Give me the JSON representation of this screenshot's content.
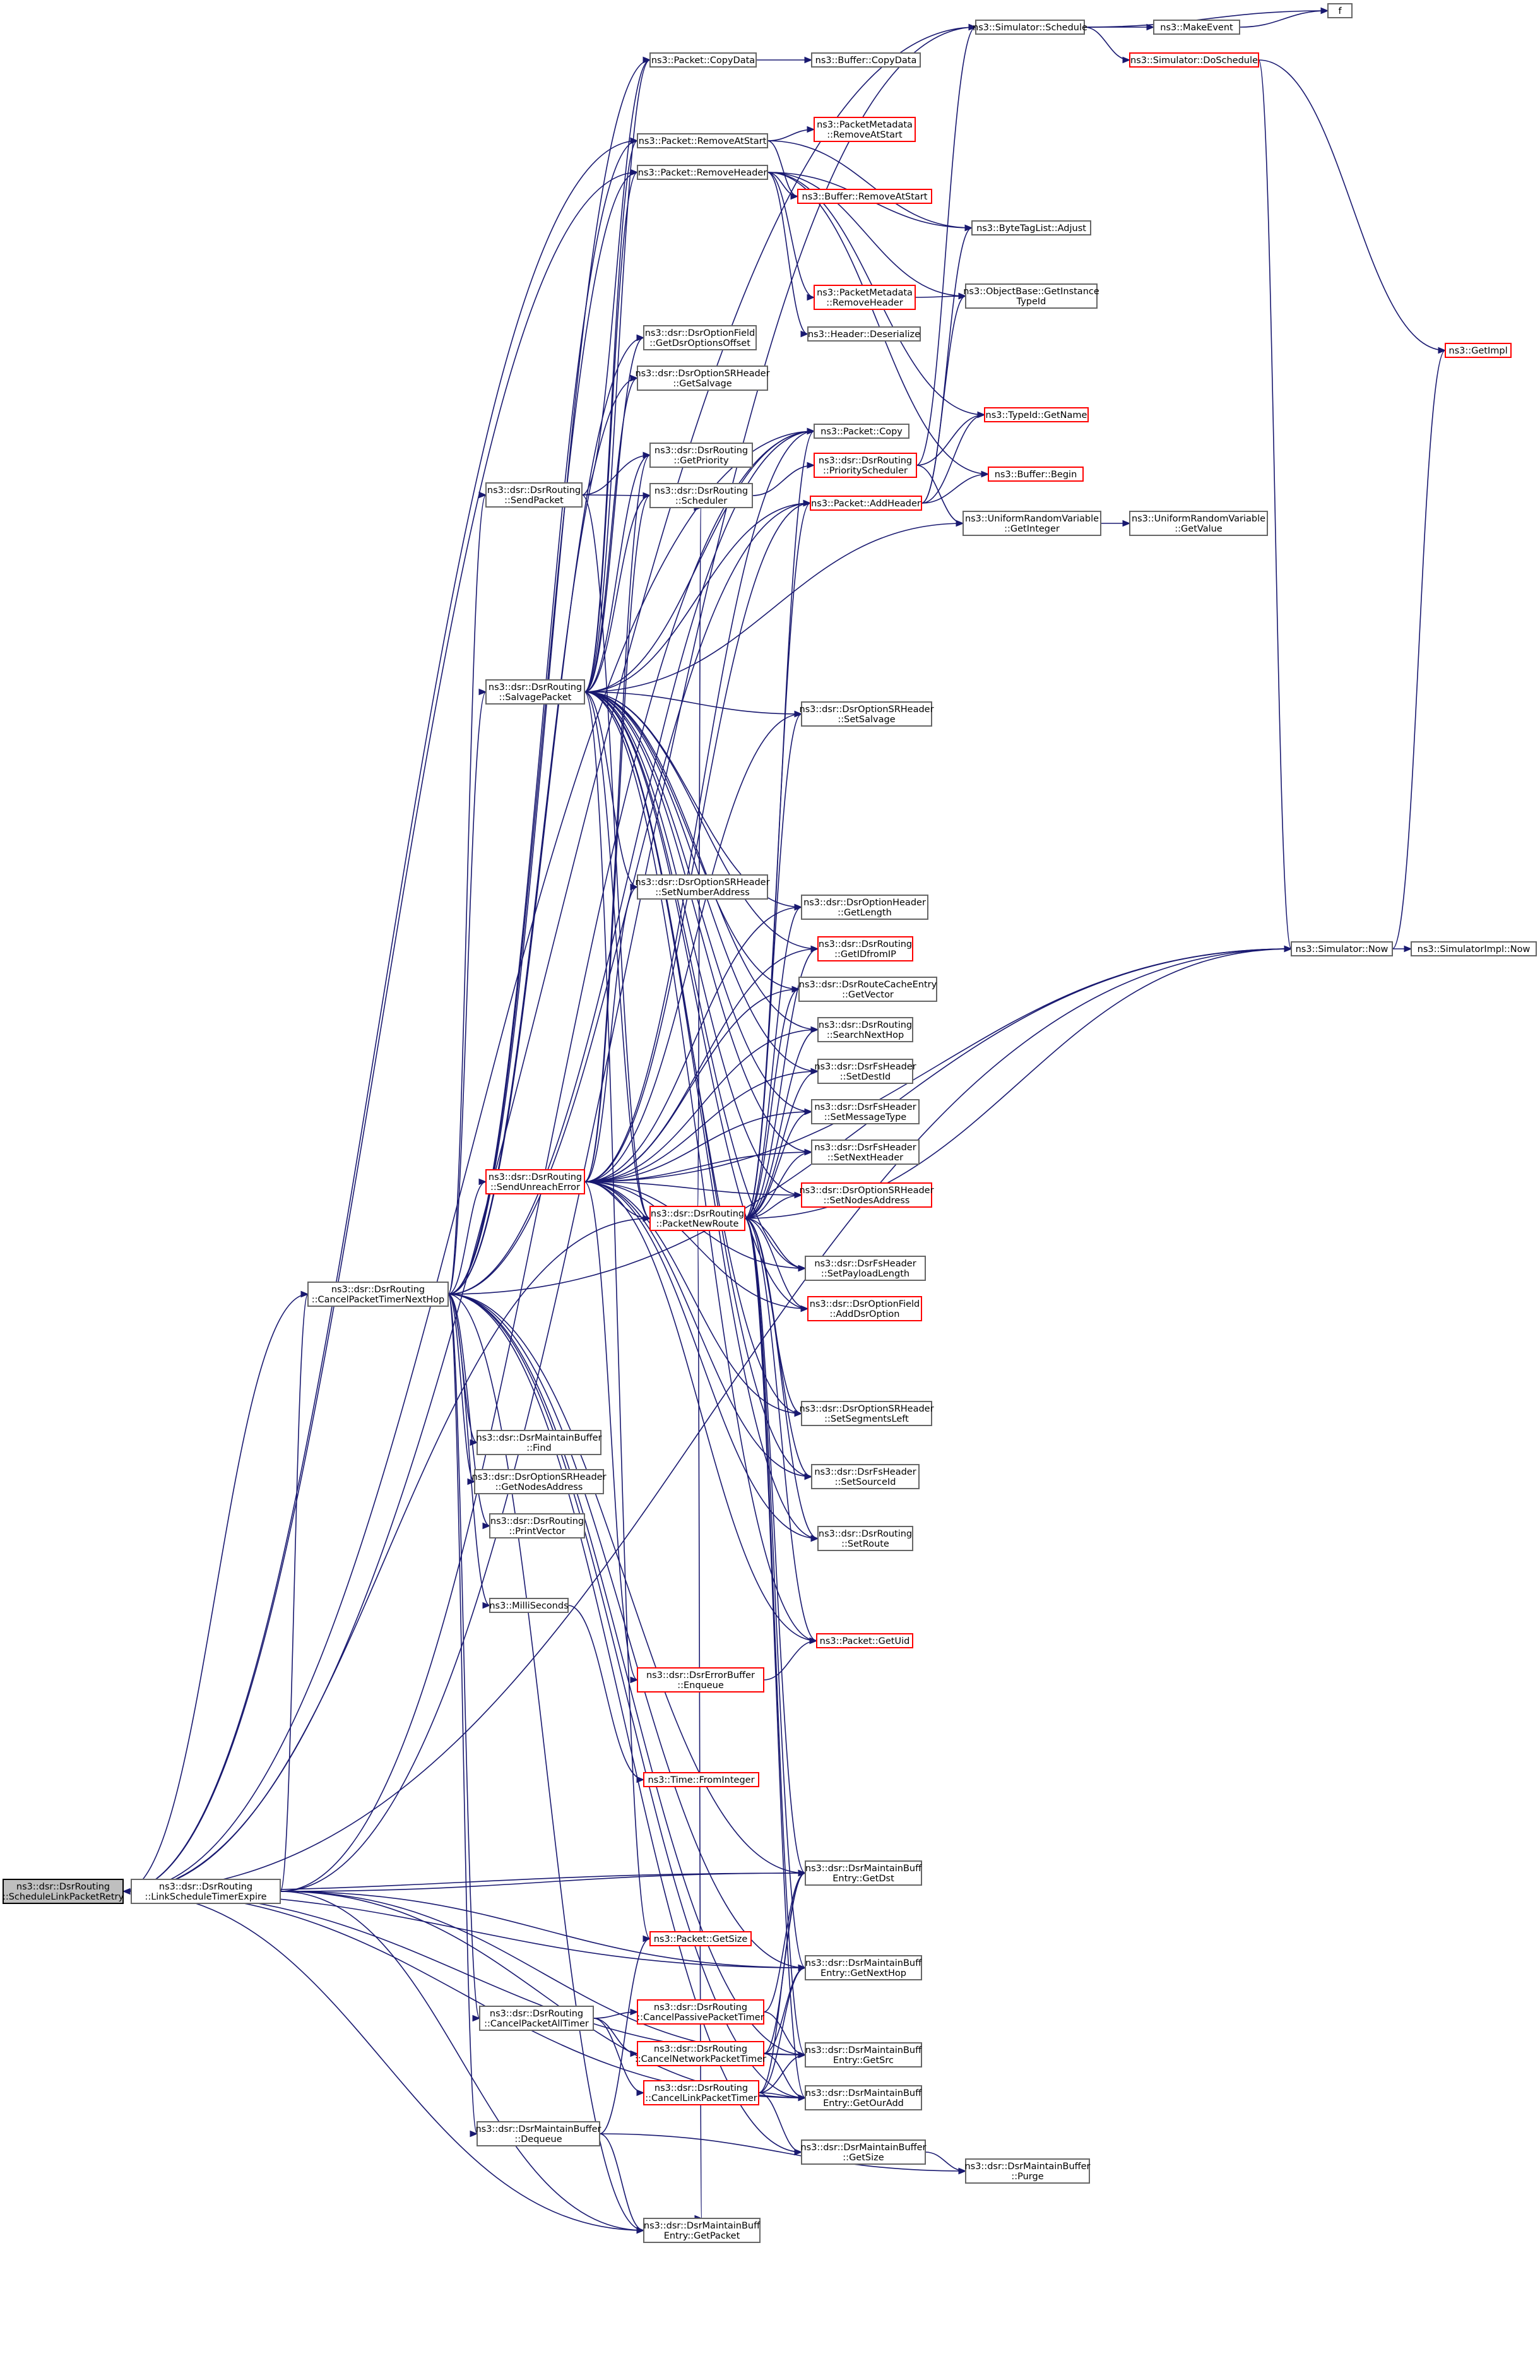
{
  "colors": {
    "edge": "#191970",
    "node_border": "#666666",
    "node_border_external": "#ff0000",
    "current_fill": "#bfbfbf",
    "current_border": "#000000",
    "background": "#ffffff"
  },
  "nodes": {
    "retry": {
      "lines": [
        "ns3::dsr::DsrRouting",
        "::ScheduleLinkPacketRetry"
      ],
      "style": "current"
    },
    "expire": {
      "lines": [
        "ns3::dsr::DsrRouting",
        "::LinkScheduleTimerExpire"
      ],
      "style": "normal"
    },
    "cancelnext": {
      "lines": [
        "ns3::dsr::DsrRouting",
        "::CancelPacketTimerNextHop"
      ],
      "style": "normal"
    },
    "sendpacket": {
      "lines": [
        "ns3::dsr::DsrRouting",
        "::SendPacket"
      ],
      "style": "normal"
    },
    "salvage": {
      "lines": [
        "ns3::dsr::DsrRouting",
        "::SalvagePacket"
      ],
      "style": "normal"
    },
    "unreach": {
      "lines": [
        "ns3::dsr::DsrRouting",
        "::SendUnreachError"
      ],
      "style": "red"
    },
    "newroute": {
      "lines": [
        "ns3::dsr::DsrRouting",
        "::PacketNewRoute"
      ],
      "style": "red"
    },
    "cancelall": {
      "lines": [
        "ns3::dsr::DsrRouting",
        "::CancelPacketAllTimer"
      ],
      "style": "normal"
    },
    "mbdequeue": {
      "lines": [
        "ns3::dsr::DsrMaintainBuffer",
        "::Dequeue"
      ],
      "style": "normal"
    },
    "mbfind": {
      "lines": [
        "ns3::dsr::DsrMaintainBuffer",
        "::Find"
      ],
      "style": "normal"
    },
    "srgetnodes": {
      "lines": [
        "ns3::dsr::DsrOptionSRHeader",
        "::GetNodesAddress"
      ],
      "style": "normal"
    },
    "printvec": {
      "lines": [
        "ns3::dsr::DsrRouting",
        "::PrintVector"
      ],
      "style": "normal"
    },
    "millis": {
      "lines": [
        "ns3::MilliSeconds"
      ],
      "style": "normal"
    },
    "errenq": {
      "lines": [
        "ns3::dsr::DsrErrorBuffer",
        "::Enqueue"
      ],
      "style": "red"
    },
    "fromint": {
      "lines": [
        "ns3::Time::FromInteger"
      ],
      "style": "red"
    },
    "pktgetsize": {
      "lines": [
        "ns3::Packet::GetSize"
      ],
      "style": "red"
    },
    "cancelpassive": {
      "lines": [
        "ns3::dsr::DsrRouting",
        "::CancelPassivePacketTimer"
      ],
      "style": "red"
    },
    "cancelnetwork": {
      "lines": [
        "ns3::dsr::DsrRouting",
        "::CancelNetworkPacketTimer"
      ],
      "style": "red"
    },
    "cancellink": {
      "lines": [
        "ns3::dsr::DsrRouting",
        "::CancelLinkPacketTimer"
      ],
      "style": "red"
    },
    "mbeGetPacket": {
      "lines": [
        "ns3::dsr::DsrMaintainBuff",
        "Entry::GetPacket"
      ],
      "style": "normal"
    },
    "copydata": {
      "lines": [
        "ns3::Packet::CopyData"
      ],
      "style": "normal"
    },
    "removeatstart": {
      "lines": [
        "ns3::Packet::RemoveAtStart"
      ],
      "style": "normal"
    },
    "removeheader": {
      "lines": [
        "ns3::Packet::RemoveHeader"
      ],
      "style": "normal"
    },
    "optfieldoffset": {
      "lines": [
        "ns3::dsr::DsrOptionField",
        "::GetDsrOptionsOffset"
      ],
      "style": "normal"
    },
    "srgetsalvage": {
      "lines": [
        "ns3::dsr::DsrOptionSRHeader",
        "::GetSalvage"
      ],
      "style": "normal"
    },
    "getpriority": {
      "lines": [
        "ns3::dsr::DsrRouting",
        "::GetPriority"
      ],
      "style": "normal"
    },
    "scheduler": {
      "lines": [
        "ns3::dsr::DsrRouting",
        "::Scheduler"
      ],
      "style": "normal"
    },
    "srsetnumber": {
      "lines": [
        "ns3::dsr::DsrOptionSRHeader",
        "::SetNumberAddress"
      ],
      "style": "normal"
    },
    "bufcopydata": {
      "lines": [
        "ns3::Buffer::CopyData"
      ],
      "style": "normal"
    },
    "pmremoveatstart": {
      "lines": [
        "ns3::PacketMetadata",
        "::RemoveAtStart"
      ],
      "style": "red"
    },
    "bufremoveatstart": {
      "lines": [
        "ns3::Buffer::RemoveAtStart"
      ],
      "style": "red"
    },
    "pmremoveheader": {
      "lines": [
        "ns3::PacketMetadata",
        "::RemoveHeader"
      ],
      "style": "red"
    },
    "hdrdeserialize": {
      "lines": [
        "ns3::Header::Deserialize"
      ],
      "style": "normal"
    },
    "pktcopy": {
      "lines": [
        "ns3::Packet::Copy"
      ],
      "style": "normal"
    },
    "prioritysched": {
      "lines": [
        "ns3::dsr::DsrRouting",
        "::PriorityScheduler"
      ],
      "style": "red"
    },
    "addheader": {
      "lines": [
        "ns3::Packet::AddHeader"
      ],
      "style": "red"
    },
    "srsetsalvage": {
      "lines": [
        "ns3::dsr::DsrOptionSRHeader",
        "::SetSalvage"
      ],
      "style": "normal"
    },
    "optgetlength": {
      "lines": [
        "ns3::dsr::DsrOptionHeader",
        "::GetLength"
      ],
      "style": "normal"
    },
    "getidfromip": {
      "lines": [
        "ns3::dsr::DsrRouting",
        "::GetIDfromIP"
      ],
      "style": "red"
    },
    "rcgetvector": {
      "lines": [
        "ns3::dsr::DsrRouteCacheEntry",
        "::GetVector"
      ],
      "style": "normal"
    },
    "searchnexthop": {
      "lines": [
        "ns3::dsr::DsrRouting",
        "::SearchNextHop"
      ],
      "style": "normal"
    },
    "fssetdest": {
      "lines": [
        "ns3::dsr::DsrFsHeader",
        "::SetDestId"
      ],
      "style": "normal"
    },
    "fssetmsg": {
      "lines": [
        "ns3::dsr::DsrFsHeader",
        "::SetMessageType"
      ],
      "style": "normal"
    },
    "fssetnext": {
      "lines": [
        "ns3::dsr::DsrFsHeader",
        "::SetNextHeader"
      ],
      "style": "normal"
    },
    "srsetnodes": {
      "lines": [
        "ns3::dsr::DsrOptionSRHeader",
        "::SetNodesAddress"
      ],
      "style": "red"
    },
    "fssetpayload": {
      "lines": [
        "ns3::dsr::DsrFsHeader",
        "::SetPayloadLength"
      ],
      "style": "normal"
    },
    "addoption": {
      "lines": [
        "ns3::dsr::DsrOptionField",
        "::AddDsrOption"
      ],
      "style": "red"
    },
    "srsetsegs": {
      "lines": [
        "ns3::dsr::DsrOptionSRHeader",
        "::SetSegmentsLeft"
      ],
      "style": "normal"
    },
    "fssetsource": {
      "lines": [
        "ns3::dsr::DsrFsHeader",
        "::SetSourceId"
      ],
      "style": "normal"
    },
    "setroute": {
      "lines": [
        "ns3::dsr::DsrRouting",
        "::SetRoute"
      ],
      "style": "normal"
    },
    "pktgetuid": {
      "lines": [
        "ns3::Packet::GetUid"
      ],
      "style": "red"
    },
    "mbeGetDst": {
      "lines": [
        "ns3::dsr::DsrMaintainBuff",
        "Entry::GetDst"
      ],
      "style": "normal"
    },
    "mbeGetNextHop": {
      "lines": [
        "ns3::dsr::DsrMaintainBuff",
        "Entry::GetNextHop"
      ],
      "style": "normal"
    },
    "mbeGetSrc": {
      "lines": [
        "ns3::dsr::DsrMaintainBuff",
        "Entry::GetSrc"
      ],
      "style": "normal"
    },
    "mbeGetOurAdd": {
      "lines": [
        "ns3::dsr::DsrMaintainBuff",
        "Entry::GetOurAdd"
      ],
      "style": "normal"
    },
    "mbgetsize": {
      "lines": [
        "ns3::dsr::DsrMaintainBuffer",
        "::GetSize"
      ],
      "style": "normal"
    },
    "sched": {
      "lines": [
        "ns3::Simulator::Schedule"
      ],
      "style": "normal"
    },
    "makeevent": {
      "lines": [
        "ns3::MakeEvent"
      ],
      "style": "normal"
    },
    "f": {
      "lines": [
        "f"
      ],
      "style": "normal"
    },
    "doschedule": {
      "lines": [
        "ns3::Simulator::DoSchedule"
      ],
      "style": "red"
    },
    "tagadjust": {
      "lines": [
        "ns3::ByteTagList::Adjust"
      ],
      "style": "normal"
    },
    "getinstancetypeid": {
      "lines": [
        "ns3::ObjectBase::GetInstance",
        "TypeId"
      ],
      "style": "normal"
    },
    "typeidgetname": {
      "lines": [
        "ns3::TypeId::GetName"
      ],
      "style": "red"
    },
    "bufbegin": {
      "lines": [
        "ns3::Buffer::Begin"
      ],
      "style": "red"
    },
    "urvgetint": {
      "lines": [
        "ns3::UniformRandomVariable",
        "::GetInteger"
      ],
      "style": "normal"
    },
    "urvgetvalue": {
      "lines": [
        "ns3::UniformRandomVariable",
        "::GetValue"
      ],
      "style": "normal"
    },
    "getimpl": {
      "lines": [
        "ns3::GetImpl"
      ],
      "style": "red"
    },
    "simnow": {
      "lines": [
        "ns3::Simulator::Now"
      ],
      "style": "normal"
    },
    "simimplnow": {
      "lines": [
        "ns3::SimulatorImpl::Now"
      ],
      "style": "normal"
    },
    "mbpurge": {
      "lines": [
        "ns3::dsr::DsrMaintainBuffer",
        "::Purge"
      ],
      "style": "normal"
    }
  },
  "edges": [
    [
      "expire",
      "retry"
    ],
    [
      "retry",
      "cancelnext"
    ],
    [
      "retry",
      "newroute"
    ],
    [
      "retry",
      "removeatstart"
    ],
    [
      "retry",
      "removeheader"
    ],
    [
      "retry",
      "pktcopy"
    ],
    [
      "retry",
      "simnow"
    ],
    [
      "retry",
      "sched"
    ],
    [
      "retry",
      "mbeGetDst"
    ],
    [
      "retry",
      "mbeGetNextHop"
    ],
    [
      "retry",
      "mbeGetSrc"
    ],
    [
      "retry",
      "mbeGetOurAdd"
    ],
    [
      "retry",
      "mbeGetPacket"
    ],
    [
      "expire",
      "cancelnext"
    ],
    [
      "expire",
      "mbeGetDst"
    ],
    [
      "expire",
      "mbeGetNextHop"
    ],
    [
      "expire",
      "mbeGetPacket"
    ],
    [
      "expire",
      "mbeGetSrc"
    ],
    [
      "expire",
      "mbeGetOurAdd"
    ],
    [
      "expire",
      "sched"
    ],
    [
      "expire",
      "pktcopy"
    ],
    [
      "cancelnext",
      "sendpacket"
    ],
    [
      "cancelnext",
      "salvage"
    ],
    [
      "cancelnext",
      "unreach"
    ],
    [
      "cancelnext",
      "cancelall"
    ],
    [
      "cancelnext",
      "mbdequeue"
    ],
    [
      "cancelnext",
      "mbfind"
    ],
    [
      "cancelnext",
      "srgetnodes"
    ],
    [
      "cancelnext",
      "printvec"
    ],
    [
      "cancelnext",
      "millis"
    ],
    [
      "cancelnext",
      "copydata"
    ],
    [
      "cancelnext",
      "removeatstart"
    ],
    [
      "cancelnext",
      "removeheader"
    ],
    [
      "cancelnext",
      "optfieldoffset"
    ],
    [
      "cancelnext",
      "srgetsalvage"
    ],
    [
      "cancelnext",
      "pktcopy"
    ],
    [
      "cancelnext",
      "addheader"
    ],
    [
      "cancelnext",
      "simnow"
    ],
    [
      "cancelnext",
      "mbeGetDst"
    ],
    [
      "cancelnext",
      "mbeGetNextHop"
    ],
    [
      "cancelnext",
      "mbeGetSrc"
    ],
    [
      "cancelnext",
      "mbeGetOurAdd"
    ],
    [
      "cancelnext",
      "mbeGetPacket"
    ],
    [
      "cancelnext",
      "mbgetsize"
    ],
    [
      "sendpacket",
      "copydata"
    ],
    [
      "sendpacket",
      "getpriority"
    ],
    [
      "sendpacket",
      "scheduler"
    ],
    [
      "sendpacket",
      "newroute"
    ],
    [
      "salvage",
      "copydata"
    ],
    [
      "salvage",
      "removeatstart"
    ],
    [
      "salvage",
      "removeheader"
    ],
    [
      "salvage",
      "optfieldoffset"
    ],
    [
      "salvage",
      "srgetsalvage"
    ],
    [
      "salvage",
      "getpriority"
    ],
    [
      "salvage",
      "scheduler"
    ],
    [
      "salvage",
      "pktcopy"
    ],
    [
      "salvage",
      "addheader"
    ],
    [
      "salvage",
      "urvgetint"
    ],
    [
      "salvage",
      "srsetsalvage"
    ],
    [
      "salvage",
      "srsetnumber"
    ],
    [
      "salvage",
      "optgetlength"
    ],
    [
      "salvage",
      "getidfromip"
    ],
    [
      "salvage",
      "rcgetvector"
    ],
    [
      "salvage",
      "searchnexthop"
    ],
    [
      "salvage",
      "fssetdest"
    ],
    [
      "salvage",
      "fssetmsg"
    ],
    [
      "salvage",
      "fssetnext"
    ],
    [
      "salvage",
      "srsetnodes"
    ],
    [
      "salvage",
      "fssetpayload"
    ],
    [
      "salvage",
      "addoption"
    ],
    [
      "salvage",
      "srsetsegs"
    ],
    [
      "salvage",
      "fssetsource"
    ],
    [
      "salvage",
      "setroute"
    ],
    [
      "salvage",
      "pktgetuid"
    ],
    [
      "salvage",
      "pktgetsize"
    ],
    [
      "salvage",
      "newroute"
    ],
    [
      "unreach",
      "newroute"
    ],
    [
      "unreach",
      "getpriority"
    ],
    [
      "unreach",
      "scheduler"
    ],
    [
      "unreach",
      "addheader"
    ],
    [
      "unreach",
      "srsetsalvage"
    ],
    [
      "unreach",
      "srsetnumber"
    ],
    [
      "unreach",
      "optgetlength"
    ],
    [
      "unreach",
      "getidfromip"
    ],
    [
      "unreach",
      "rcgetvector"
    ],
    [
      "unreach",
      "searchnexthop"
    ],
    [
      "unreach",
      "fssetdest"
    ],
    [
      "unreach",
      "fssetmsg"
    ],
    [
      "unreach",
      "fssetnext"
    ],
    [
      "unreach",
      "srsetnodes"
    ],
    [
      "unreach",
      "fssetpayload"
    ],
    [
      "unreach",
      "addoption"
    ],
    [
      "unreach",
      "srsetsegs"
    ],
    [
      "unreach",
      "fssetsource"
    ],
    [
      "unreach",
      "setroute"
    ],
    [
      "unreach",
      "errenq"
    ],
    [
      "unreach",
      "pktcopy"
    ],
    [
      "unreach",
      "simnow"
    ],
    [
      "unreach",
      "pktgetuid"
    ],
    [
      "newroute",
      "scheduler"
    ],
    [
      "newroute",
      "addheader"
    ],
    [
      "newroute",
      "pktcopy"
    ],
    [
      "newroute",
      "srsetsalvage"
    ],
    [
      "newroute",
      "optgetlength"
    ],
    [
      "newroute",
      "getidfromip"
    ],
    [
      "newroute",
      "rcgetvector"
    ],
    [
      "newroute",
      "searchnexthop"
    ],
    [
      "newroute",
      "fssetdest"
    ],
    [
      "newroute",
      "fssetmsg"
    ],
    [
      "newroute",
      "fssetnext"
    ],
    [
      "newroute",
      "srsetnodes"
    ],
    [
      "newroute",
      "fssetpayload"
    ],
    [
      "newroute",
      "addoption"
    ],
    [
      "newroute",
      "srsetsegs"
    ],
    [
      "newroute",
      "fssetsource"
    ],
    [
      "newroute",
      "setroute"
    ],
    [
      "newroute",
      "pktgetuid"
    ],
    [
      "newroute",
      "simnow"
    ],
    [
      "newroute",
      "mbeGetDst"
    ],
    [
      "newroute",
      "mbeGetNextHop"
    ],
    [
      "newroute",
      "mbeGetSrc"
    ],
    [
      "newroute",
      "mbeGetOurAdd"
    ],
    [
      "newroute",
      "mbeGetPacket"
    ],
    [
      "cancelall",
      "cancelpassive"
    ],
    [
      "cancelall",
      "cancelnetwork"
    ],
    [
      "cancelall",
      "cancellink"
    ],
    [
      "cancelpassive",
      "mbeGetDst"
    ],
    [
      "cancelpassive",
      "mbeGetSrc"
    ],
    [
      "cancelnetwork",
      "mbeGetDst"
    ],
    [
      "cancelnetwork",
      "mbeGetNextHop"
    ],
    [
      "cancelnetwork",
      "mbeGetSrc"
    ],
    [
      "cancelnetwork",
      "mbeGetOurAdd"
    ],
    [
      "cancellink",
      "mbeGetDst"
    ],
    [
      "cancellink",
      "mbeGetNextHop"
    ],
    [
      "cancellink",
      "mbeGetSrc"
    ],
    [
      "cancellink",
      "mbeGetOurAdd"
    ],
    [
      "cancellink",
      "mbgetsize"
    ],
    [
      "mbdequeue",
      "pktgetsize"
    ],
    [
      "mbdequeue",
      "mbeGetPacket"
    ],
    [
      "mbdequeue",
      "mbpurge"
    ],
    [
      "mbgetsize",
      "mbpurge"
    ],
    [
      "millis",
      "fromint"
    ],
    [
      "errenq",
      "pktgetuid"
    ],
    [
      "scheduler",
      "prioritysched"
    ],
    [
      "prioritysched",
      "urvgetint"
    ],
    [
      "prioritysched",
      "sched"
    ],
    [
      "prioritysched",
      "typeidgetname"
    ],
    [
      "copydata",
      "bufcopydata"
    ],
    [
      "removeatstart",
      "pmremoveatstart"
    ],
    [
      "removeatstart",
      "bufremoveatstart"
    ],
    [
      "removeatstart",
      "tagadjust"
    ],
    [
      "removeheader",
      "pmremoveheader"
    ],
    [
      "removeheader",
      "hdrdeserialize"
    ],
    [
      "removeheader",
      "bufremoveatstart"
    ],
    [
      "removeheader",
      "tagadjust"
    ],
    [
      "removeheader",
      "getinstancetypeid"
    ],
    [
      "removeheader",
      "bufbegin"
    ],
    [
      "removeheader",
      "typeidgetname"
    ],
    [
      "pmremoveheader",
      "getinstancetypeid"
    ],
    [
      "addheader",
      "bufbegin"
    ],
    [
      "addheader",
      "tagadjust"
    ],
    [
      "addheader",
      "getinstancetypeid"
    ],
    [
      "addheader",
      "typeidgetname"
    ],
    [
      "urvgetint",
      "urvgetvalue"
    ],
    [
      "sched",
      "makeevent"
    ],
    [
      "sched",
      "f"
    ],
    [
      "sched",
      "doschedule"
    ],
    [
      "makeevent",
      "f"
    ],
    [
      "doschedule",
      "simnow"
    ],
    [
      "doschedule",
      "getimpl"
    ],
    [
      "simnow",
      "getimpl"
    ],
    [
      "simnow",
      "simimplnow"
    ]
  ]
}
